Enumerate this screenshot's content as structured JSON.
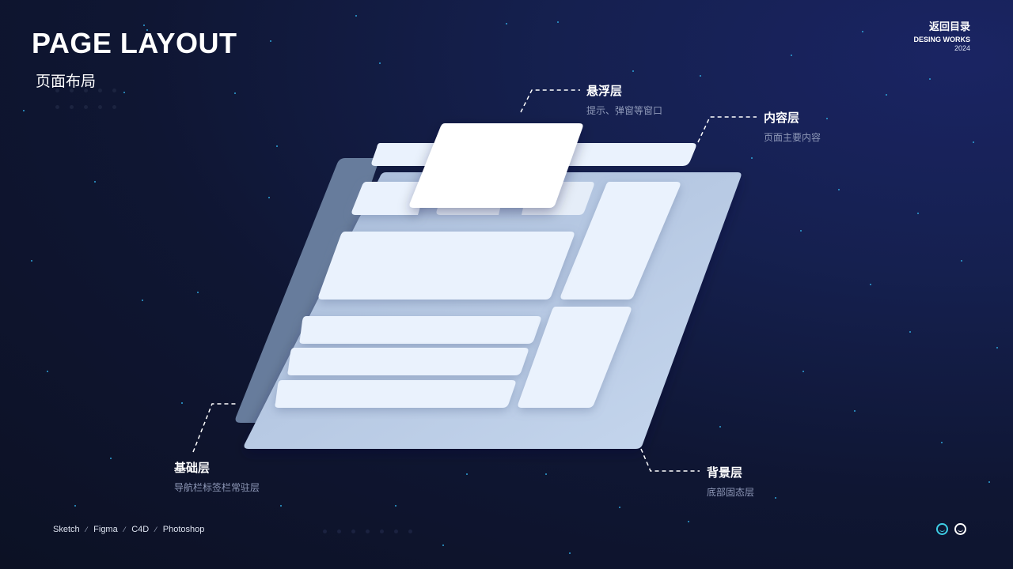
{
  "header": {
    "title": "PAGE LAYOUT",
    "subtitle": "页面布局"
  },
  "top_right": {
    "back_link": "返回目录",
    "brand": "DESING WORKS",
    "year": "2024"
  },
  "layers": [
    {
      "name": "悬浮层",
      "desc": "提示、弹窗等窗口"
    },
    {
      "name": "内容层",
      "desc": "页面主要内容"
    },
    {
      "name": "基础层",
      "desc": "导航栏标签栏常驻层"
    },
    {
      "name": "背景层",
      "desc": "底部固态层"
    }
  ],
  "footer": {
    "tools": [
      "Sketch",
      "Figma",
      "C4D",
      "Photoshop"
    ],
    "separator": "⁄"
  },
  "colors": {
    "background": "#0f1633",
    "accent_cyan": "#3ecfe6",
    "panel_light": "#eaf2fd",
    "panel_mid": "#c3d4ea",
    "panel_dark": "#677c9c"
  }
}
